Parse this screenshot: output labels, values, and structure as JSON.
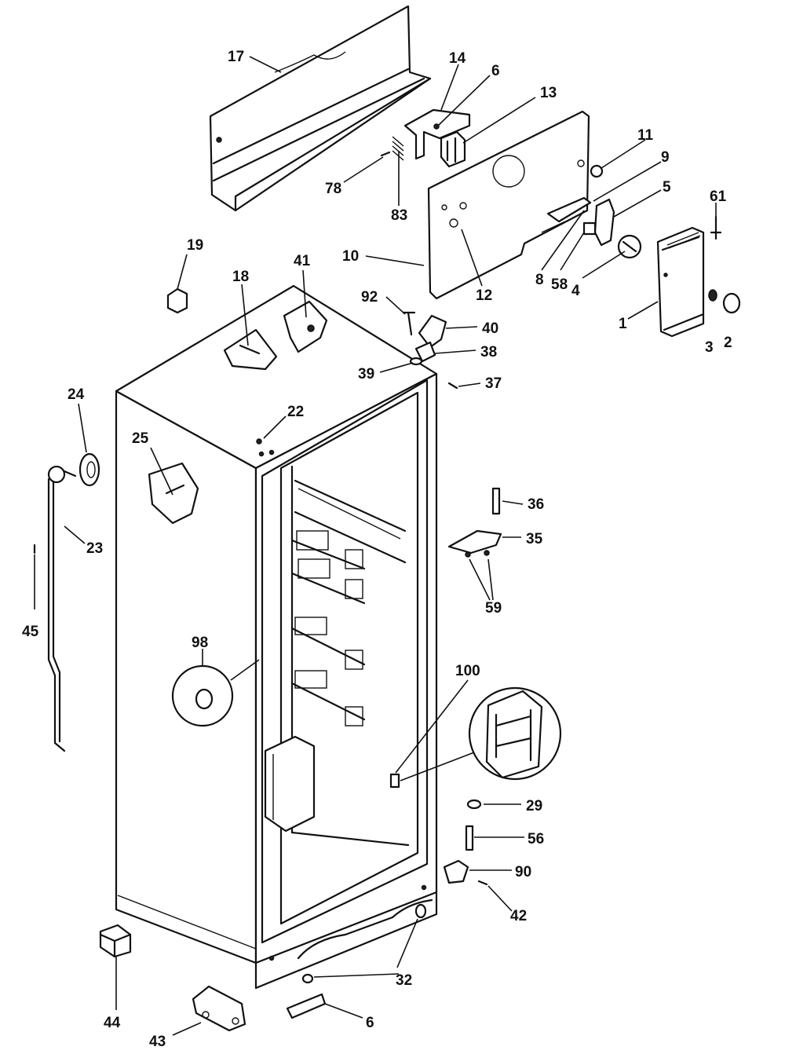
{
  "callouts": {
    "p17": "17",
    "p14": "14",
    "p6a": "6",
    "p13": "13",
    "p11": "11",
    "p9": "9",
    "p5": "5",
    "p61": "61",
    "p78": "78",
    "p83": "83",
    "p10": "10",
    "p12": "12",
    "p8": "8",
    "p58": "58",
    "p4": "4",
    "p1": "1",
    "p3": "3",
    "p2": "2",
    "p19": "19",
    "p18": "18",
    "p41": "41",
    "p92": "92",
    "p40": "40",
    "p38": "38",
    "p39": "39",
    "p37": "37",
    "p24": "24",
    "p22": "22",
    "p25": "25",
    "p23": "23",
    "p45": "45",
    "p36": "36",
    "p35": "35",
    "p59": "59",
    "p98": "98",
    "p100": "100",
    "p29": "29",
    "p56": "56",
    "p90": "90",
    "p42": "42",
    "p32": "32",
    "p44": "44",
    "p43": "43",
    "p6b": "6"
  }
}
